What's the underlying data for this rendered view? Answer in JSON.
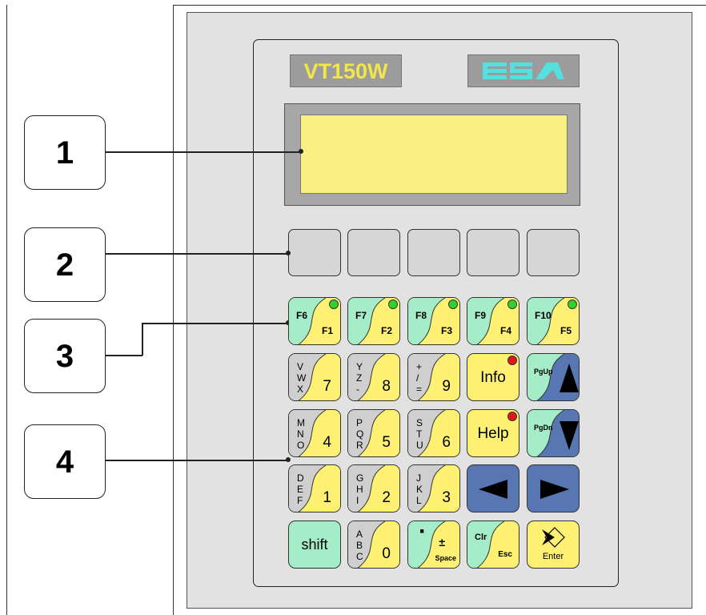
{
  "panel": {
    "model_label": "VT150W"
  },
  "callouts": [
    "1",
    "2",
    "3",
    "4"
  ],
  "colors": {
    "display": "#fbf083",
    "key_yellow": "#fdf073",
    "key_green": "#a5ecc8",
    "key_gray": "#cfcfcf",
    "key_blue": "#5877b2",
    "led_green": "#31d22b",
    "led_red": "#e11616"
  },
  "fkeys": [
    {
      "top": "F6",
      "bottom": "F1"
    },
    {
      "top": "F7",
      "bottom": "F2"
    },
    {
      "top": "F8",
      "bottom": "F3"
    },
    {
      "top": "F9",
      "bottom": "F4"
    },
    {
      "top": "F10",
      "bottom": "F5"
    }
  ],
  "numkeys": {
    "row1": [
      {
        "letters": [
          "V",
          "W",
          "X"
        ],
        "digit": "7"
      },
      {
        "letters": [
          "Y",
          "Z",
          "-"
        ],
        "digit": "8"
      },
      {
        "letters": [
          "+",
          "/",
          "="
        ],
        "digit": "9"
      }
    ],
    "row2": [
      {
        "letters": [
          "M",
          "N",
          "O"
        ],
        "digit": "4"
      },
      {
        "letters": [
          "P",
          "Q",
          "R"
        ],
        "digit": "5"
      },
      {
        "letters": [
          "S",
          "T",
          "U"
        ],
        "digit": "6"
      }
    ],
    "row3": [
      {
        "letters": [
          "D",
          "E",
          "F"
        ],
        "digit": "1"
      },
      {
        "letters": [
          "G",
          "H",
          "I"
        ],
        "digit": "2"
      },
      {
        "letters": [
          "J",
          "K",
          "L"
        ],
        "digit": "3"
      }
    ]
  },
  "keys": {
    "info": "Info",
    "help": "Help",
    "pgup": "PgUp",
    "pgdn": "PgDn",
    "shift": "shift",
    "zero_letters": [
      "A",
      "B",
      "C"
    ],
    "zero_digit": "0",
    "dot": "·",
    "plusminus": "±",
    "space": "Space",
    "clr": "Clr",
    "esc": "Esc",
    "enter": "Enter"
  }
}
